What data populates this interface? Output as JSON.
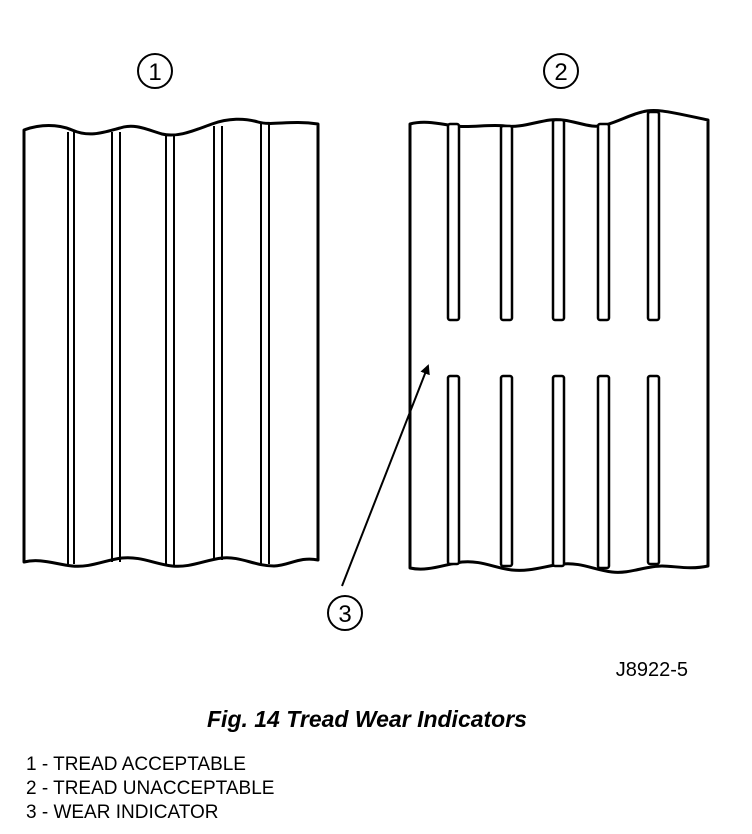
{
  "diagram": {
    "callouts": [
      {
        "id": "1",
        "label": "1"
      },
      {
        "id": "2",
        "label": "2"
      },
      {
        "id": "3",
        "label": "3"
      }
    ],
    "image_code": "J8922-5"
  },
  "caption": "Fig. 14 Tread Wear Indicators",
  "legend": [
    "1 - TREAD ACCEPTABLE",
    "2 - TREAD UNACCEPTABLE",
    "3 - WEAR INDICATOR"
  ]
}
